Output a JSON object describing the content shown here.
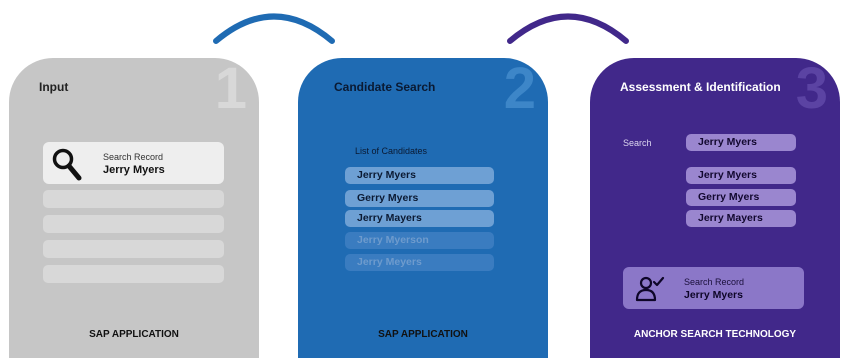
{
  "colors": {
    "panel_1": "#c6c6c6",
    "panel_2": "#1f6bb3",
    "panel_3": "#41288a",
    "arc_1": "#1f6bb3",
    "arc_2": "#41288a"
  },
  "panel_1": {
    "number": "1",
    "title": "Input",
    "record_label": "Search Record",
    "record_name": "Jerry Myers",
    "icon": "search-icon",
    "footer": "SAP APPLICATION"
  },
  "panel_2": {
    "number": "2",
    "title": "Candidate Search",
    "list_label": "List of Candidates",
    "candidates": [
      "Jerry Myers",
      "Gerry Myers",
      "Jerry Mayers",
      "Jerry Myerson",
      "Jerry Meyers"
    ],
    "footer": "SAP APPLICATION"
  },
  "panel_3": {
    "number": "3",
    "title": "Assessment & Identification",
    "search_label": "Search",
    "search_value": "Jerry Myers",
    "matches": [
      "Jerry Myers",
      "Gerry Myers",
      "Jerry Mayers"
    ],
    "result_label": "Search Record",
    "result_name": "Jerry Myers",
    "icon": "person-check-icon",
    "footer": "ANCHOR SEARCH TECHNOLOGY"
  }
}
